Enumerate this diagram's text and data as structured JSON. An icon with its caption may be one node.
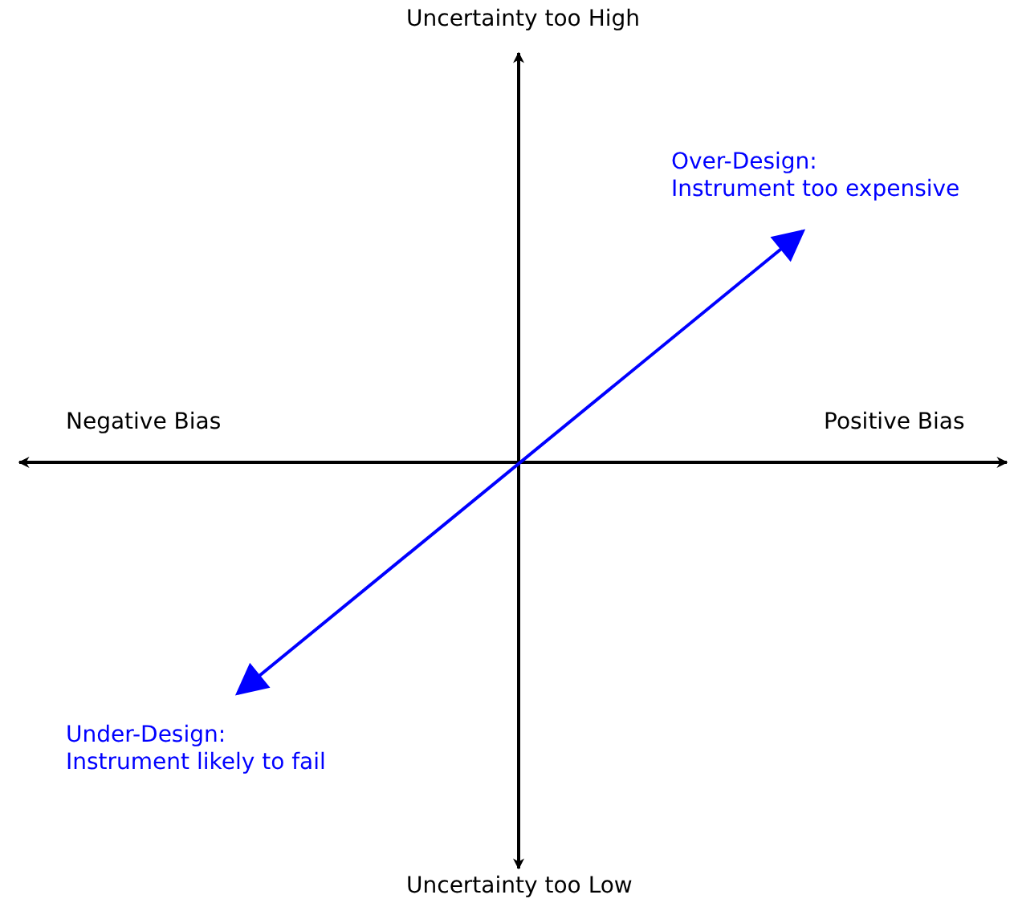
{
  "diagram": {
    "labels": [
      "Uncertainty too High",
      "Over-Design: Instrument too expensive",
      "Negative Bias",
      "Positive Bias",
      "Under-Design: Instrument likely to fail",
      "Uncertainty too Low"
    ]
  }
}
